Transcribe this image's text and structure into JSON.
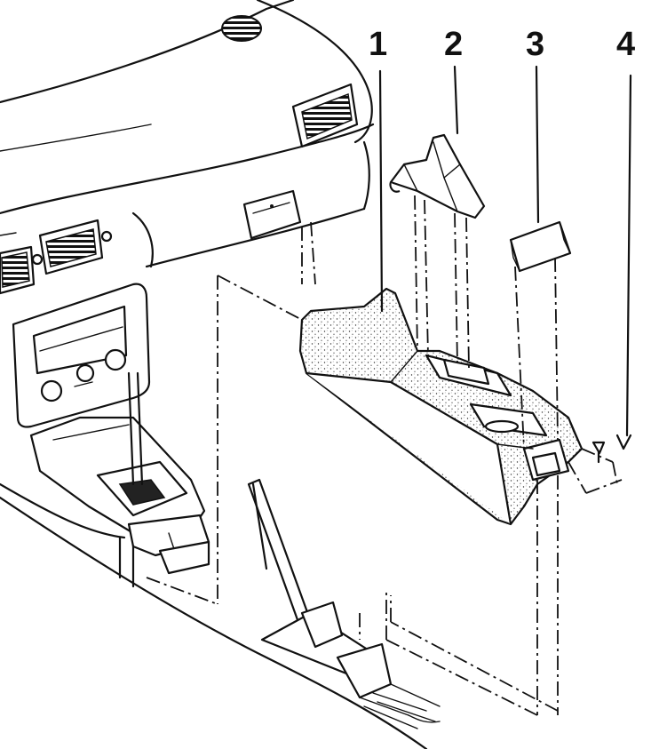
{
  "callouts": [
    {
      "id": "1",
      "text": "1"
    },
    {
      "id": "2",
      "text": "2"
    },
    {
      "id": "3",
      "text": "3"
    },
    {
      "id": "4",
      "text": "4"
    }
  ],
  "colors": {
    "ink": "#111111",
    "paper": "#ffffff"
  }
}
